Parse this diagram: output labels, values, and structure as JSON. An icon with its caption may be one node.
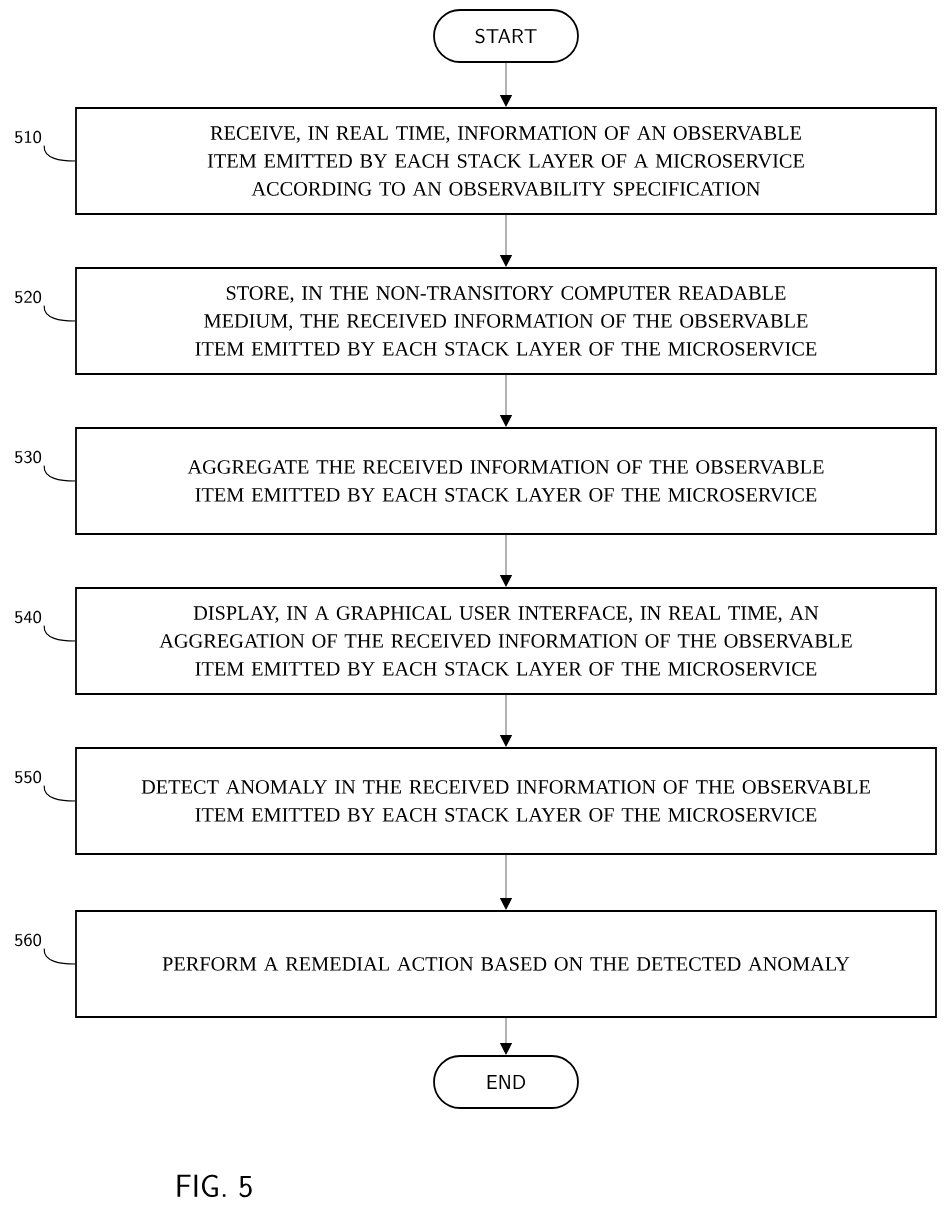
{
  "diagram": {
    "caption": "FIG. 5",
    "nodes": [
      {
        "text": [
          "START"
        ]
      },
      {
        "text": [
          "510"
        ]
      },
      {
        "text": [
          "RECEIVE, IN REAL TIME, INFORMATION OF AN OBSERVABLE ITEM EMITTED BY EACH STACK LAYER OF A MICROSERVICE ACCORDING TO AN OBSERVABILITY SPECIFICATION"
        ]
      },
      {
        "text": [
          "520"
        ]
      },
      {
        "text": [
          "STORE, IN THE NON-TRANSITORY COMPUTER READABLE MEDIUM, THE RECEIVED INFORMATION OF THE OBSERVABLE ITEM EMITTED BY EACH STACK LAYER OF THE MICROSERVICE"
        ]
      },
      {
        "text": [
          "530"
        ]
      },
      {
        "text": [
          "AGGREGATE THE RECEIVED INFORMATION OF THE OBSERVABLE ITEM EMITTED BY EACH STACK LAYER OF THE MICROSERVICE"
        ]
      },
      {
        "text": [
          "540"
        ]
      },
      {
        "text": [
          "DISPLAY, IN A GRAPHICAL USER INTERFACE, IN REAL TIME, AN AGGREGATION OF THE RECEIVED INFORMATION OF THE OBSERVABLE ITEM EMITTED BY EACH STACK LAYER OF THE MICROSERVICE"
        ]
      },
      {
        "text": [
          "550"
        ]
      },
      {
        "text": [
          "DETECT ANOMALY IN THE RECEIVED INFORMATION OF THE OBSERVABLE ITEM EMITTED BY EACH STACK LAYER OF THE MICROSERVICE"
        ]
      },
      {
        "text": [
          "560"
        ]
      },
      {
        "text": [
          "PERFORM A REMEDIAL ACTION BASED ON THE DETECTED ANOMALY"
        ]
      },
      {
        "text": [
          "END"
        ]
      }
    ],
    "edges": [
      {
        "from": 0,
        "to": 2,
        "arrow": "to"
      },
      {
        "from": 2,
        "to": 4,
        "arrow": "to"
      },
      {
        "from": 4,
        "to": 6,
        "arrow": "to"
      },
      {
        "from": 6,
        "to": 8,
        "arrow": "to"
      },
      {
        "from": 8,
        "to": 10,
        "arrow": "to"
      },
      {
        "from": 10,
        "to": 12,
        "arrow": "to"
      },
      {
        "from": 12,
        "to": 13,
        "arrow": "to"
      },
      {
        "from": 1,
        "to": 2,
        "arrow": "none",
        "color": "#000000"
      },
      {
        "from": 3,
        "to": 4,
        "arrow": "none",
        "color": "#000000"
      },
      {
        "from": 5,
        "to": 6,
        "arrow": "none",
        "color": "#000000"
      },
      {
        "from": 7,
        "to": 8,
        "arrow": "none",
        "color": "#000000"
      },
      {
        "from": 9,
        "to": 10,
        "arrow": "none",
        "color": "#000000"
      },
      {
        "from": 11,
        "to": 12,
        "arrow": "none",
        "color": "#000000"
      }
    ]
  }
}
